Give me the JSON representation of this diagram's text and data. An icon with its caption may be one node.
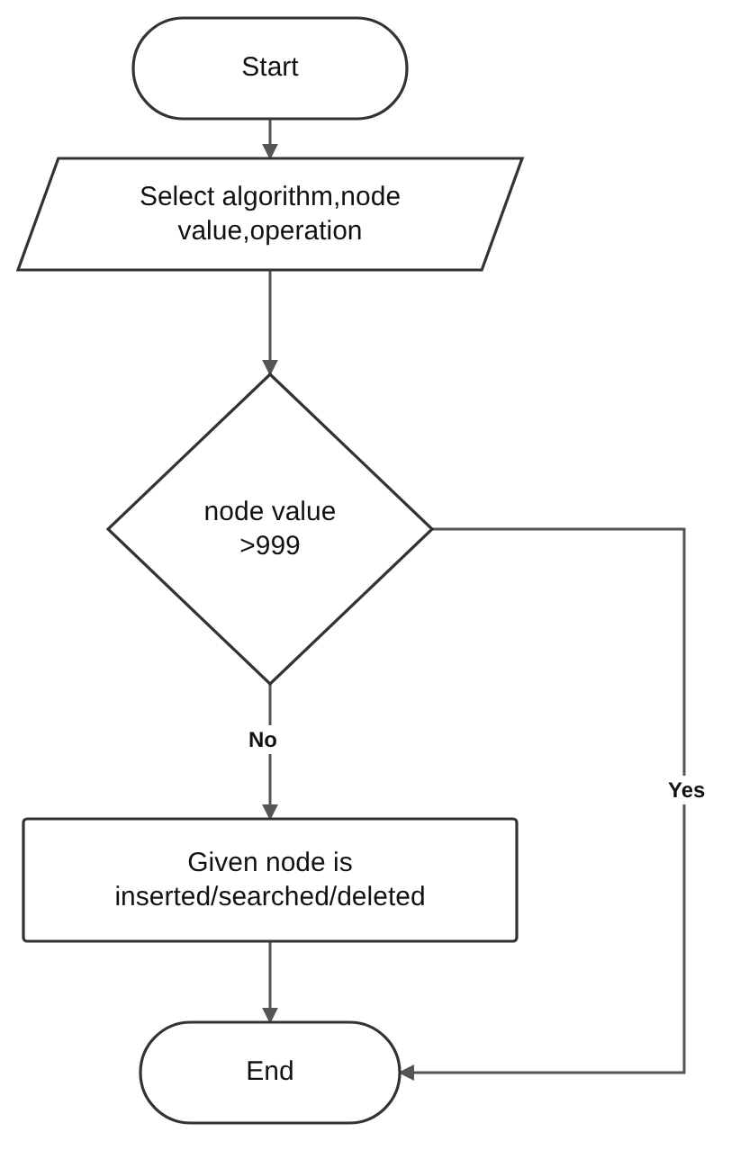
{
  "diagram": {
    "nodes": [
      {
        "text": [
          "Start"
        ]
      },
      {
        "text": [
          "Select algorithm,node value,operation"
        ]
      },
      {
        "text": [
          "node value >999"
        ]
      },
      {
        "text": [
          "Given node is inserted/searched/deleted"
        ]
      },
      {
        "text": [
          "End"
        ]
      }
    ],
    "edges": [
      {
        "from": 0,
        "to": 1,
        "arrow": "to"
      },
      {
        "from": 1,
        "to": 2,
        "arrow": "to"
      },
      {
        "from": 2,
        "to": 3,
        "arrow": "to",
        "label": "No"
      },
      {
        "from": 2,
        "to": 4,
        "arrow": "to",
        "label": "Yes"
      },
      {
        "from": 3,
        "to": 4,
        "arrow": "to"
      }
    ]
  }
}
